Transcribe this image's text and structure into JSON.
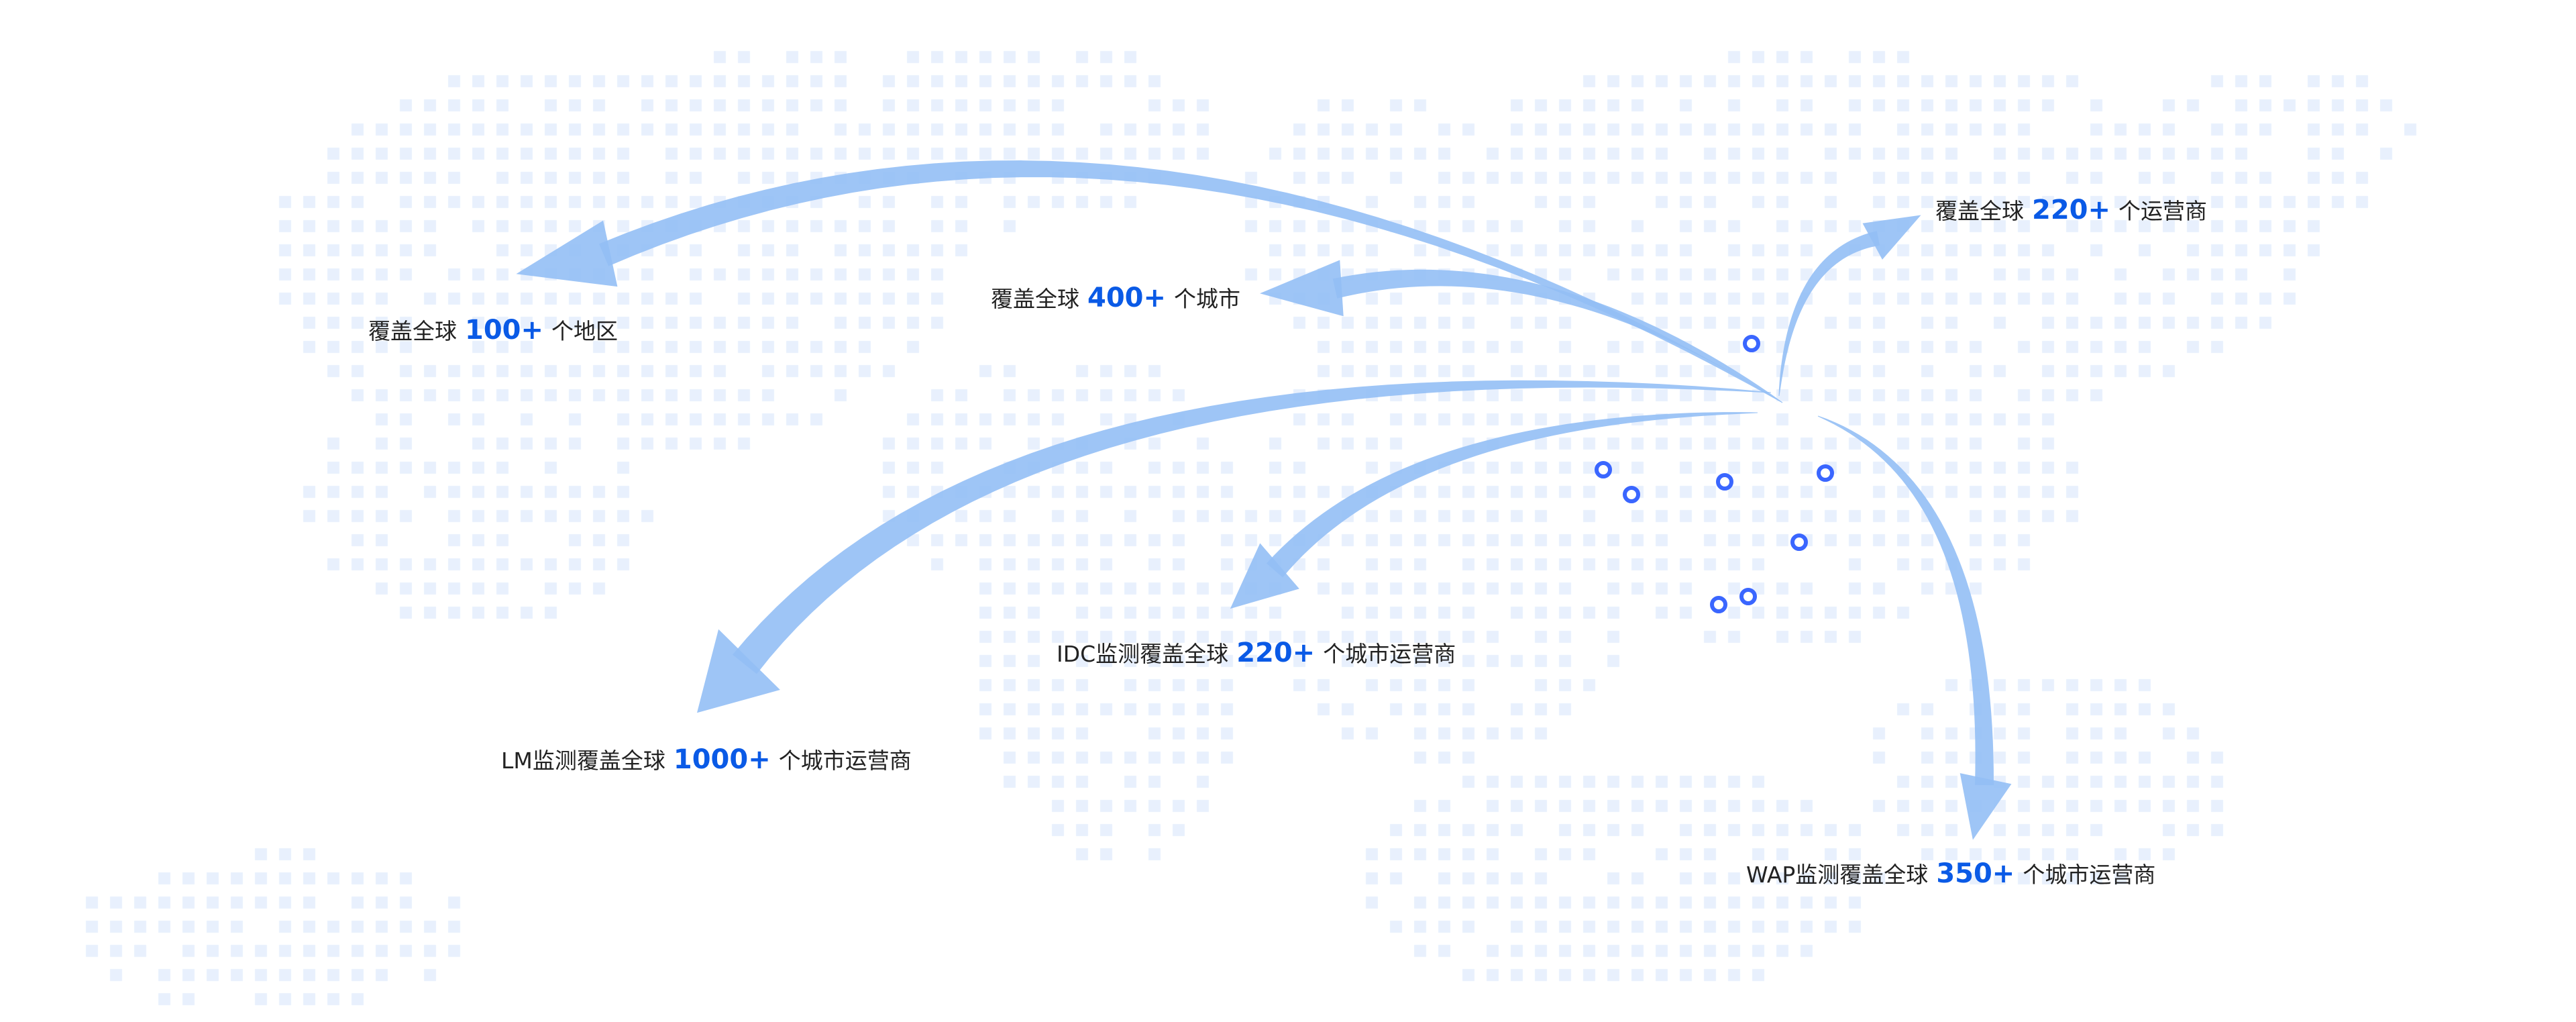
{
  "colors": {
    "arrow": "#93bff5",
    "number": "#0a5ae6",
    "text": "#222222",
    "node": "#3a66ff",
    "map_dot": "#e8f0fd"
  },
  "labels": [
    {
      "id": "regions",
      "prefix": "覆盖全球",
      "number": "100+",
      "suffix": "个地区"
    },
    {
      "id": "cities",
      "prefix": "覆盖全球",
      "number": "400+",
      "suffix": "个城市"
    },
    {
      "id": "operators",
      "prefix": "覆盖全球",
      "number": "220+",
      "suffix": "个运营商"
    },
    {
      "id": "lm",
      "prefix": "LM监测覆盖全球",
      "number": "1000+",
      "suffix": "个城市运营商"
    },
    {
      "id": "idc",
      "prefix": "IDC监测覆盖全球",
      "number": "220+",
      "suffix": "个城市运营商"
    },
    {
      "id": "wap",
      "prefix": "WAP监测覆盖全球",
      "number": "350+",
      "suffix": "个城市运营商"
    }
  ],
  "node_count": 8
}
